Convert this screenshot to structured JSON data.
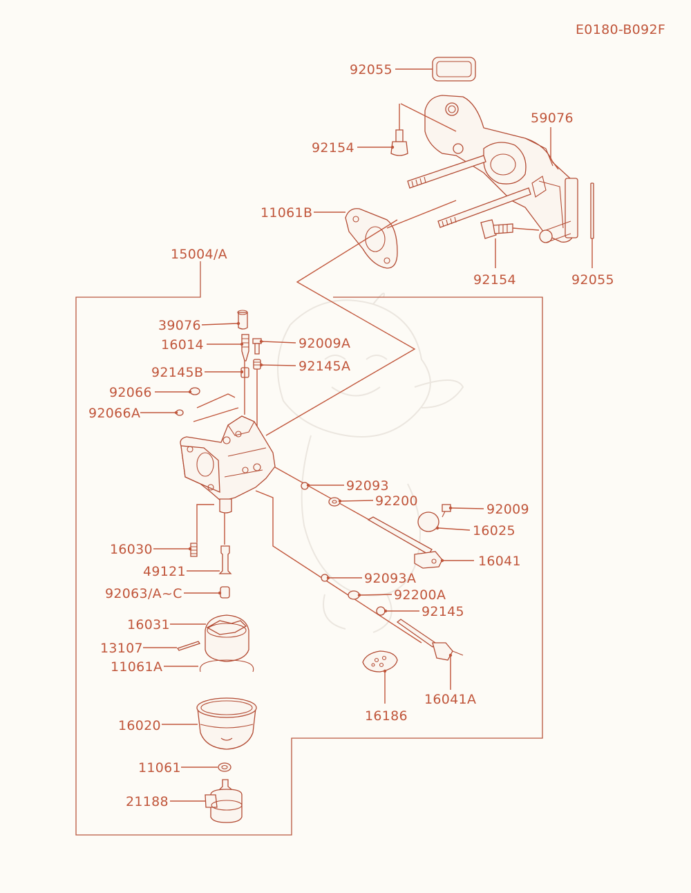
{
  "diagram_code": "E0180-B092F",
  "parts": {
    "p92055_top": "92055",
    "p59076": "59076",
    "p92154_left": "92154",
    "p11061B": "11061B",
    "p92154_bottom": "92154",
    "p92055_right": "92055",
    "p15004A": "15004/A",
    "p39076": "39076",
    "p16014": "16014",
    "p92009A": "92009A",
    "p92145B": "92145B",
    "p92145A": "92145A",
    "p92066": "92066",
    "p92066A": "92066A",
    "p92093": "92093",
    "p92200": "92200",
    "p92009": "92009",
    "p16025": "16025",
    "p16030": "16030",
    "p16041": "16041",
    "p49121": "49121",
    "p92093A": "92093A",
    "p92063": "92063/A~C",
    "p92200A": "92200A",
    "p92145": "92145",
    "p16031": "16031",
    "p13107": "13107",
    "p11061A": "11061A",
    "p16186": "16186",
    "p16041A": "16041A",
    "p16020": "16020",
    "p11061": "11061",
    "p21188": "21188"
  },
  "colors": {
    "line": "#c0553a",
    "outline": "#b24a32",
    "background": "#fdfbf6"
  }
}
